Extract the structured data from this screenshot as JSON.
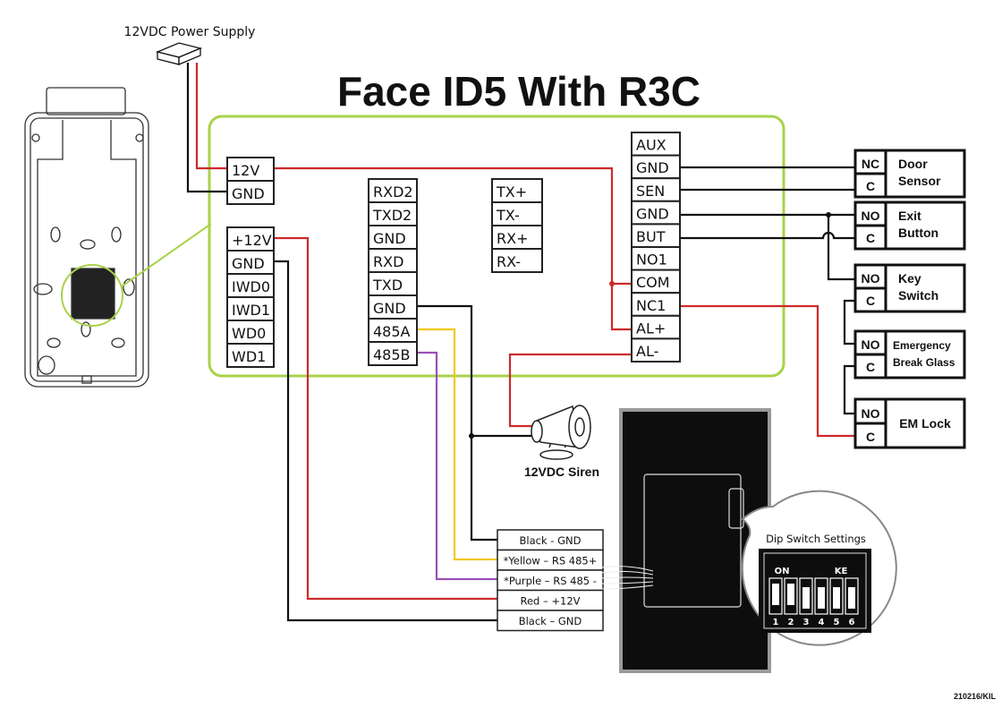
{
  "title": "Face ID5 With R3C",
  "power_supply_label": "12VDC Power Supply",
  "colors": {
    "panel_border": "#a8d24a",
    "wire_red": "#cc2b2b",
    "wire_black": "#111111",
    "wire_yellow": "#f2c81e",
    "wire_purple": "#9b4fb8"
  },
  "power_block": [
    "12V",
    "GND"
  ],
  "wiegand_block": [
    "+12V",
    "GND",
    "IWD0",
    "IWD1",
    "WD0",
    "WD1"
  ],
  "serial_block": [
    "RXD2",
    "TXD2",
    "GND",
    "RXD",
    "TXD",
    "GND",
    "485A",
    "485B"
  ],
  "ethernet_block": [
    "TX+",
    "TX-",
    "RX+",
    "RX-"
  ],
  "io_block": [
    "AUX",
    "GND",
    "SEN",
    "GND",
    "BUT",
    "NO1",
    "COM",
    "NC1",
    "AL+",
    "AL-"
  ],
  "devices": [
    {
      "contacts": [
        "NC",
        "C"
      ],
      "name_lines": [
        "Door",
        "Sensor"
      ]
    },
    {
      "contacts": [
        "NO",
        "C"
      ],
      "name_lines": [
        "Exit",
        "Button"
      ]
    },
    {
      "contacts": [
        "NO",
        "C"
      ],
      "name_lines": [
        "Key",
        "Switch"
      ]
    },
    {
      "contacts": [
        "NO",
        "C"
      ],
      "name_lines": [
        "Emergency",
        "Break Glass"
      ]
    },
    {
      "contacts": [
        "NO",
        "C"
      ],
      "name_lines": [
        "EM Lock"
      ]
    }
  ],
  "siren_label": "12VDC Siren",
  "reader_wires": [
    "Black - GND",
    "*Yellow – RS 485+",
    "*Purple – RS 485 -",
    "Red – +12V",
    "Black – GND"
  ],
  "dip_switch": {
    "title": "Dip Switch Settings",
    "on_label": "ON",
    "ke_label": "KE",
    "numbers": [
      "1",
      "2",
      "3",
      "4",
      "5",
      "6"
    ]
  },
  "footer_code": "210216/KIL"
}
